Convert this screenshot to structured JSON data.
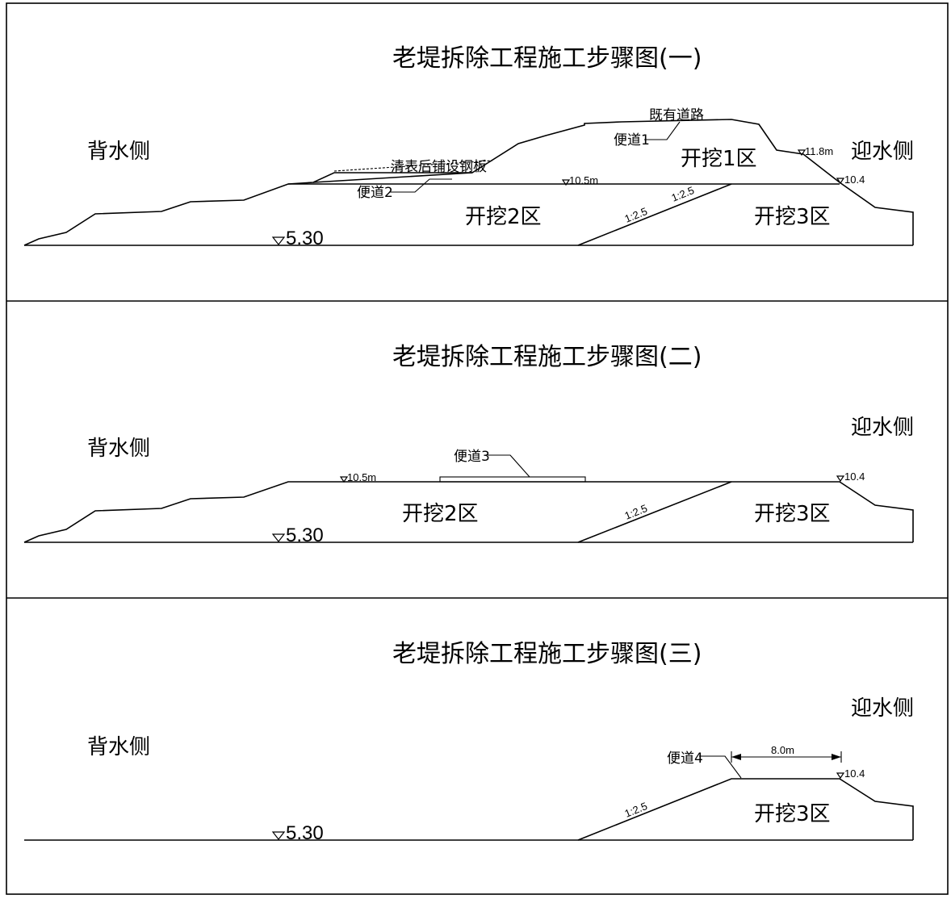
{
  "panel1": {
    "title": "老堤拆除工程施工步骤图(一)",
    "left_side": "背水侧",
    "right_side": "迎水侧",
    "zone1": "开挖1区",
    "zone2": "开挖2区",
    "zone3": "开挖3区",
    "road_existing": "既有道路",
    "road1": "便道1",
    "road2": "便道2",
    "clearing_note": "清表后铺设钢板",
    "elev_105": "10.5m",
    "elev_118": "11.8m",
    "elev_104": "10.4",
    "elev_530": "5.30",
    "slope_a": "1:2.5",
    "slope_b": "1:2.5"
  },
  "panel2": {
    "title": "老堤拆除工程施工步骤图(二)",
    "left_side": "背水侧",
    "right_side": "迎水侧",
    "zone2": "开挖2区",
    "zone3": "开挖3区",
    "road3": "便道3",
    "elev_105": "10.5m",
    "elev_104": "10.4",
    "elev_530": "5.30",
    "slope": "1:2.5"
  },
  "panel3": {
    "title": "老堤拆除工程施工步骤图(三)",
    "left_side": "背水侧",
    "right_side": "迎水侧",
    "zone3": "开挖3区",
    "road4": "便道4",
    "width": "8.0m",
    "elev_104": "10.4",
    "elev_530": "5.30",
    "slope": "1:2.5"
  }
}
